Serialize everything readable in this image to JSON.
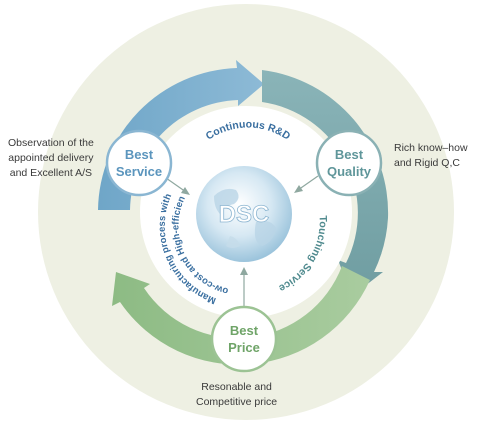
{
  "center": {
    "label": "DSC"
  },
  "nodes": {
    "service": {
      "line1": "Best",
      "line2": "Service"
    },
    "quality": {
      "line1": "Best",
      "line2": "Quality"
    },
    "price": {
      "line1": "Best",
      "line2": "Price"
    }
  },
  "arcs": {
    "top": "Continuous R&D",
    "right": "Touching Service",
    "left_line1": "Manufacturing process with",
    "left_line2": "Low-cost and High-efficiency"
  },
  "notes": {
    "service": [
      "Observation of the",
      "appointed delivery",
      "and Excellent A/S"
    ],
    "quality": [
      "Rich know–how",
      "and Rigid Q,C"
    ],
    "price": [
      "Resonable and",
      "Competitive price"
    ]
  },
  "colors": {
    "outer_ring": "#eef0e3",
    "blue_arrow": "#7fb1cf",
    "teal_arrow": "#7fa8ab",
    "green_arrow": "#9cc394",
    "blue_text": "#3a6fa0",
    "teal_text": "#4f8a8e",
    "green_text": "#5c9a58"
  }
}
